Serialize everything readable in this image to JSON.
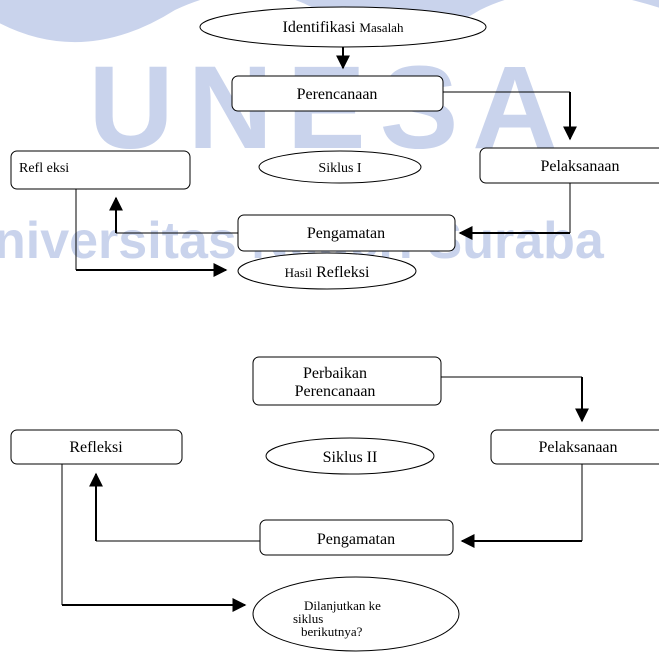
{
  "watermark": {
    "word": "UNESA",
    "line": "niversitas Negeri Suraba",
    "color": "#c9d3ec"
  },
  "cycle1": {
    "identifikasi": {
      "main": "Identifikasi",
      "small": "Masalah"
    },
    "perencanaan": "Perencanaan",
    "refleksi": "Refl eksi",
    "siklus": "Siklus I",
    "pelaksanaan": "Pelaksanaan",
    "pengamatan": "Pengamatan",
    "hasil": {
      "small": "Hasil",
      "main": "Refleksi"
    }
  },
  "cycle2": {
    "perbaikan": [
      "Perbaikan",
      "Perencanaan"
    ],
    "refleksi": "Refleksi",
    "siklus": "Siklus II",
    "pelaksanaan": "Pelaksanaan",
    "pengamatan": "Pengamatan",
    "lanjut": [
      "Dilanjutkan ke",
      "siklus",
      "berikutnya?"
    ]
  }
}
